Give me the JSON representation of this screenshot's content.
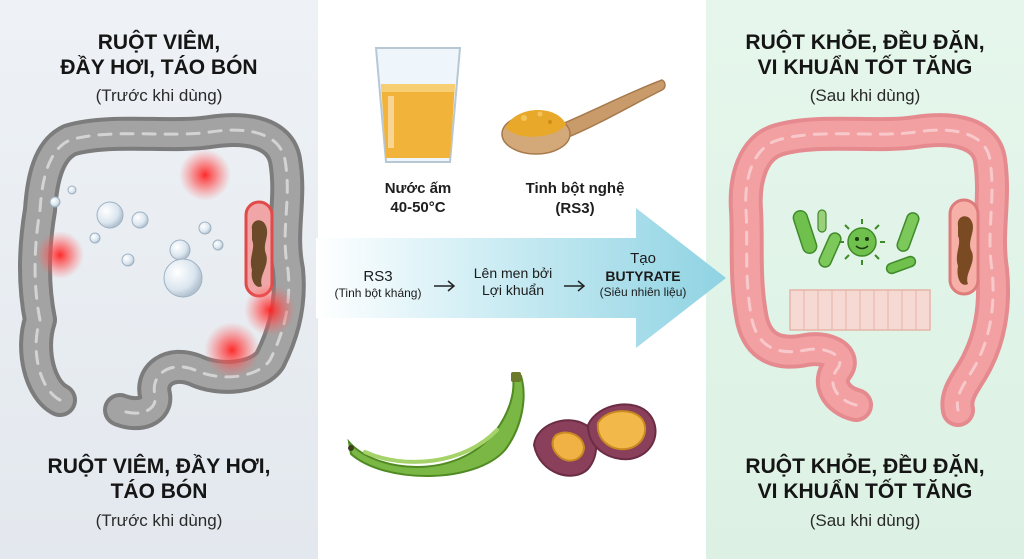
{
  "left": {
    "top_title": "RUỘT VIÊM,\nĐẦY HƠI, TÁO BÓN",
    "top_subtitle": "(Trước khi dùng)",
    "bottom_title": "RUỘT VIÊM, ĐẦY HƠI,\nTÁO BÓN",
    "bottom_subtitle": "(Trước khi dùng)"
  },
  "right": {
    "top_title": "RUỘT KHỎE, ĐỀU ĐẶN,\nVI KHUẨN TỐT TĂNG",
    "top_subtitle": "(Sau khi dùng)",
    "bottom_title": "RUỘT KHỎE, ĐỀU ĐẶN,\nVI KHUẨN TỐT TĂNG",
    "bottom_subtitle": "(Sau khi dùng)"
  },
  "center": {
    "water_label": "Nước ấm\n40-50°C",
    "turmeric_label": "Tinh bột nghệ",
    "turmeric_sub": "(RS3)",
    "flow_step1_main": "RS3",
    "flow_step1_sub": "(Tinh bột kháng)",
    "flow_step2": "Lên men bởi\nLợi khuẩn",
    "flow_step3_top": "Tạo",
    "flow_step3_main": "BUTYRATE",
    "flow_step3_sub": "(Siêu nhiên liệu)"
  },
  "colors": {
    "unhealthy_gut": "#8f8f8f",
    "inflammation": "#ff3b3b",
    "healthy_gut": "#f3a0a3",
    "bacteria": "#6fc04c",
    "arrow": "#9fd9e6",
    "water": "#f2b33a",
    "turmeric": "#e8a82a"
  },
  "icons": [
    "water-glass-icon",
    "turmeric-spoon-icon",
    "green-banana-icon",
    "sweet-potato-icon",
    "bubble-icon",
    "bacteria-icon"
  ]
}
